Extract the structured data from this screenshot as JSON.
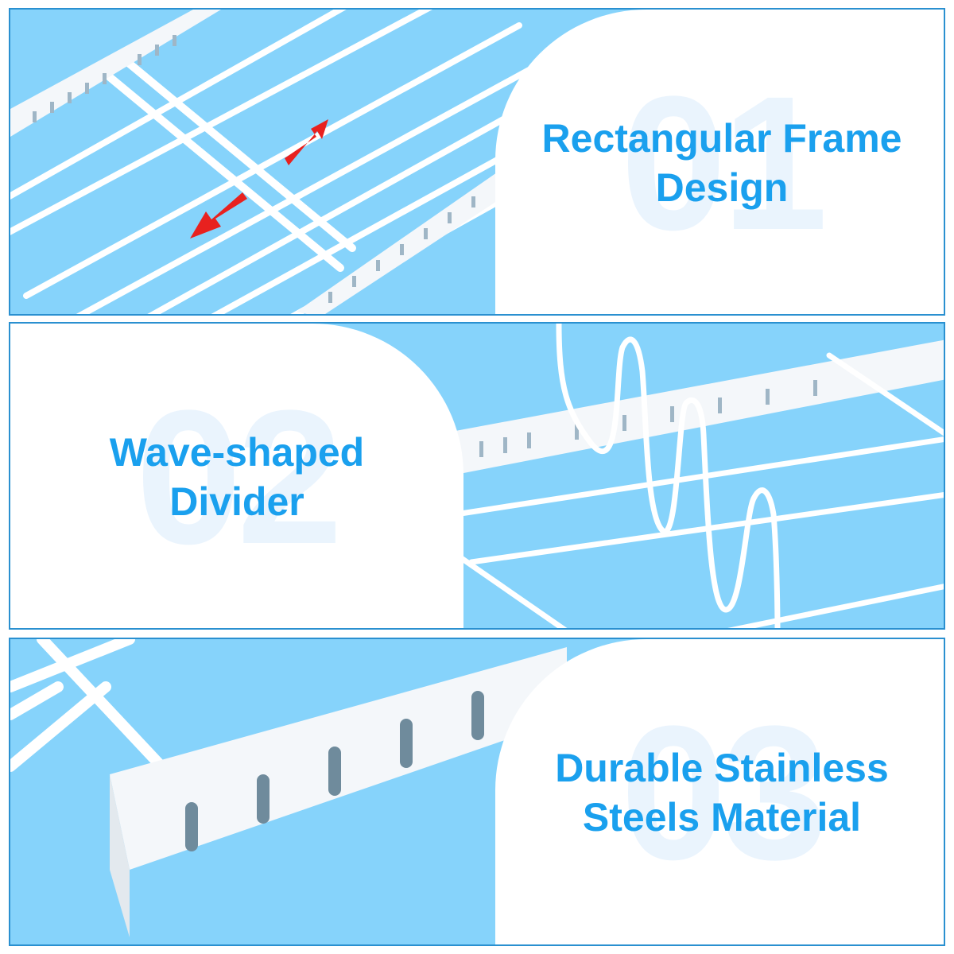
{
  "colors": {
    "background": "#86d3fb",
    "border": "#2a90d0",
    "card": "#ffffff",
    "heading": "#1aa0ee",
    "number_watermark": "#eaf4fd",
    "arrow": "#e8211f"
  },
  "features": [
    {
      "number": "01",
      "line1": "Rectangular Frame",
      "line2": "Design"
    },
    {
      "number": "02",
      "line1": "Wave-shaped",
      "line2": "Divider"
    },
    {
      "number": "03",
      "line1": "Durable Stainless",
      "line2": "Steels Material"
    }
  ]
}
